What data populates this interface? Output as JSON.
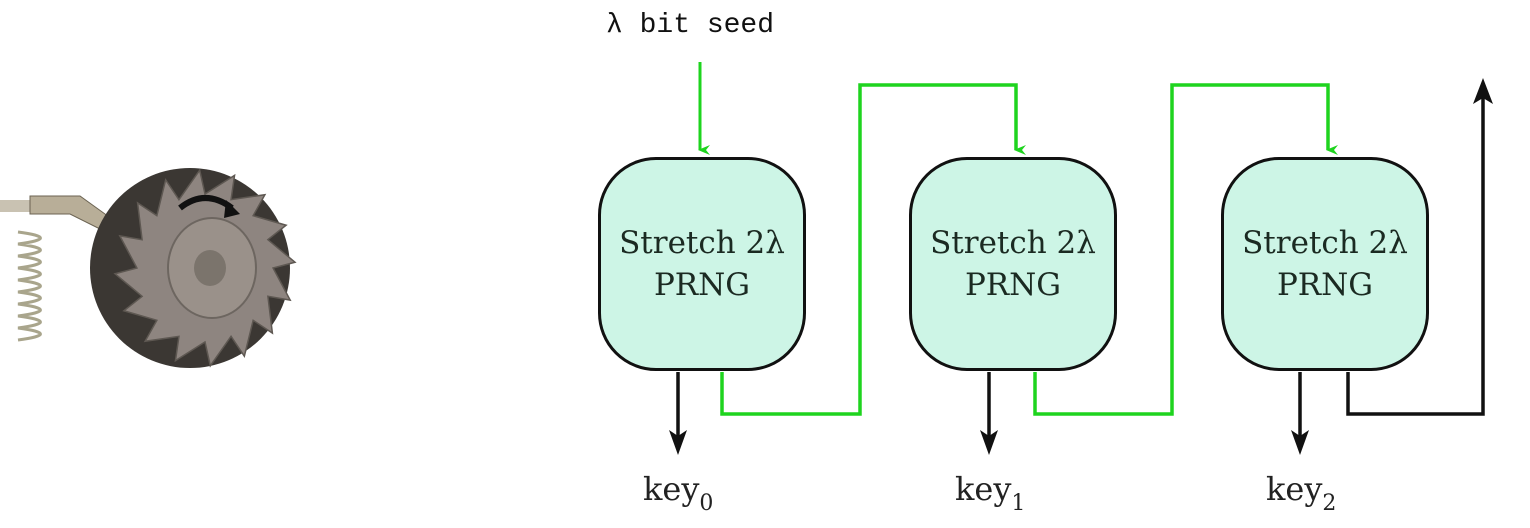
{
  "colors": {
    "background": "#ffffff",
    "box_fill": "#cdf5e6",
    "box_border": "#111111",
    "green_path": "#1ed41e",
    "black_path": "#111111"
  },
  "seed": {
    "label": "λ bit seed"
  },
  "ratchet_image": {
    "icon": "ratchet-wheel-icon",
    "description": "Ratchet gear with pawl and spring, rotating arrow"
  },
  "blocks": [
    {
      "line1": "Stretch 2λ",
      "line2": "PRNG",
      "key_base": "key",
      "key_sub": "0"
    },
    {
      "line1": "Stretch 2λ",
      "line2": "PRNG",
      "key_base": "key",
      "key_sub": "1"
    },
    {
      "line1": "Stretch 2λ",
      "line2": "PRNG",
      "key_base": "key",
      "key_sub": "2"
    }
  ]
}
